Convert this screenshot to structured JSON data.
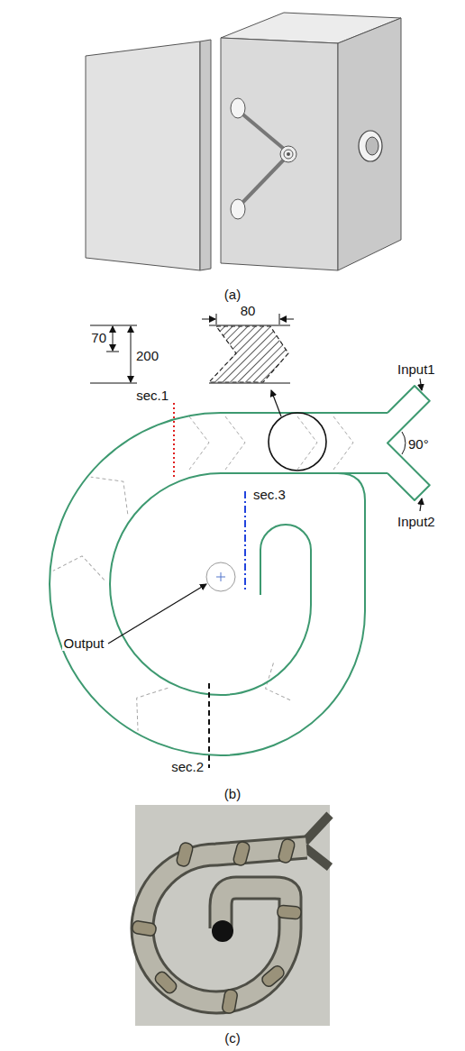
{
  "diagram": {
    "labels": [
      "(a)",
      "80",
      "70",
      "200",
      "sec.1",
      "Input1",
      "90°",
      "sec.3",
      "Input2",
      "Output",
      "sec.2",
      "(b)",
      "(c)"
    ]
  }
}
